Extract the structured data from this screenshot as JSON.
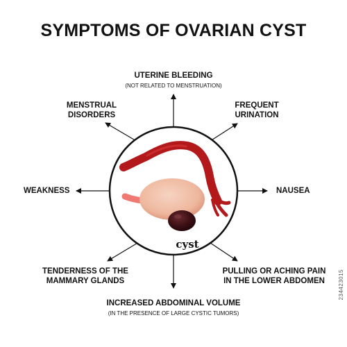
{
  "title": "SYMPTOMS OF OVARIAN CYST",
  "symptoms": {
    "uterine_bleeding": {
      "label": "UTERINE BLEEDING",
      "note": "(NOT RELATED TO MENSTRUATION)"
    },
    "menstrual_disorders": {
      "line1": "MENSTRUAL",
      "line2": "DISORDERS"
    },
    "frequent_urination": {
      "line1": "FREQUENT",
      "line2": "URINATION"
    },
    "weakness": {
      "label": "WEAKNESS"
    },
    "nausea": {
      "label": "NAUSEA"
    },
    "tenderness": {
      "line1": "TENDERNESS OF THE",
      "line2": "MAMMARY GLANDS"
    },
    "pulling_pain": {
      "line1": "PULLING OR ACHING PAIN",
      "line2": "IN THE LOWER ABDOMEN"
    },
    "abdominal_volume": {
      "label": "INCREASED ABDOMINAL VOLUME",
      "note": "(IN THE PRESENCE OF LARGE CYSTIC TUMORS)"
    }
  },
  "illustration": {
    "cyst_label": "cyst"
  },
  "watermark": "234423015",
  "colors": {
    "tube": "#b3181b",
    "ovary": "#f0bea5",
    "cyst": "#3a0f14",
    "ligament": "#ef7a74",
    "text": "#111111"
  }
}
